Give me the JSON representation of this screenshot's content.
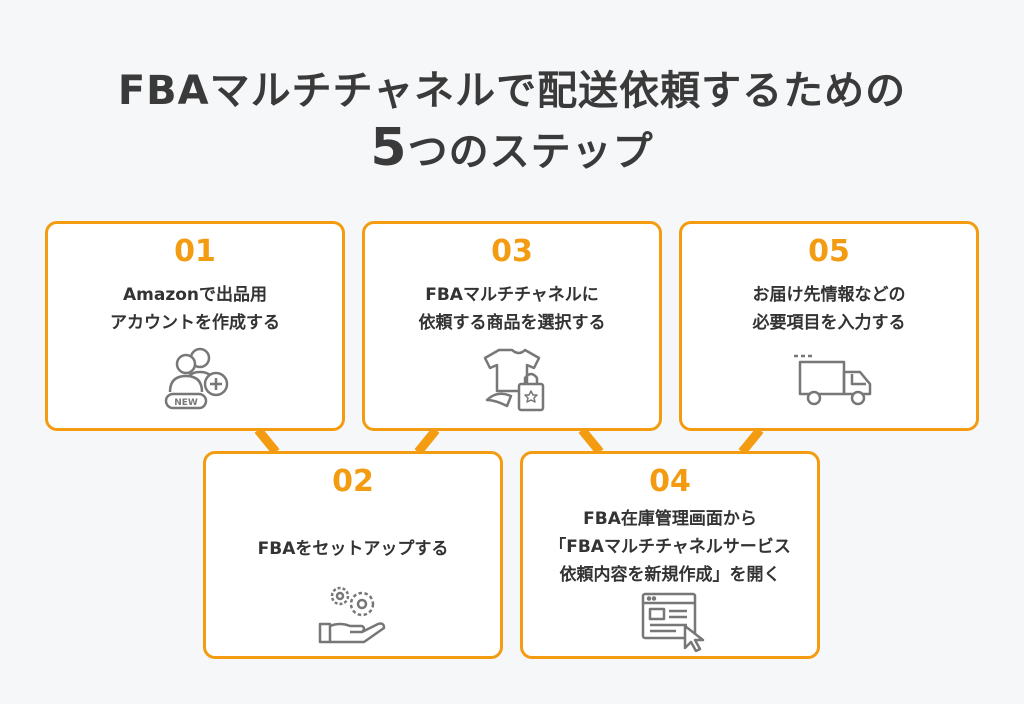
{
  "title": {
    "line1": "FBAマルチチャネルで配送依頼するための",
    "line2_number": "5",
    "line2_text": "つのステップ"
  },
  "steps": [
    {
      "number": "01",
      "lines": [
        "Amazonで出品用",
        "アカウントを作成する"
      ],
      "icon": "new-account-icon"
    },
    {
      "number": "02",
      "lines": [
        "FBAをセットアップする"
      ],
      "icon": "setup-gears-icon"
    },
    {
      "number": "03",
      "lines": [
        "FBAマルチチャネルに",
        "依頼する商品を選択する"
      ],
      "icon": "products-icon"
    },
    {
      "number": "04",
      "lines": [
        "FBA在庫管理画面から",
        "「FBAマルチチャネルサービス",
        "依頼内容を新規作成」を開く"
      ],
      "icon": "web-page-icon"
    },
    {
      "number": "05",
      "lines": [
        "お届け先情報などの",
        "必要項目を入力する"
      ],
      "icon": "delivery-truck-icon"
    }
  ],
  "colors": {
    "accent": "#f39c12",
    "text": "#333333",
    "background": "#f6f7f9",
    "icon_stroke": "#777777"
  },
  "icon_badge_text": "NEW"
}
